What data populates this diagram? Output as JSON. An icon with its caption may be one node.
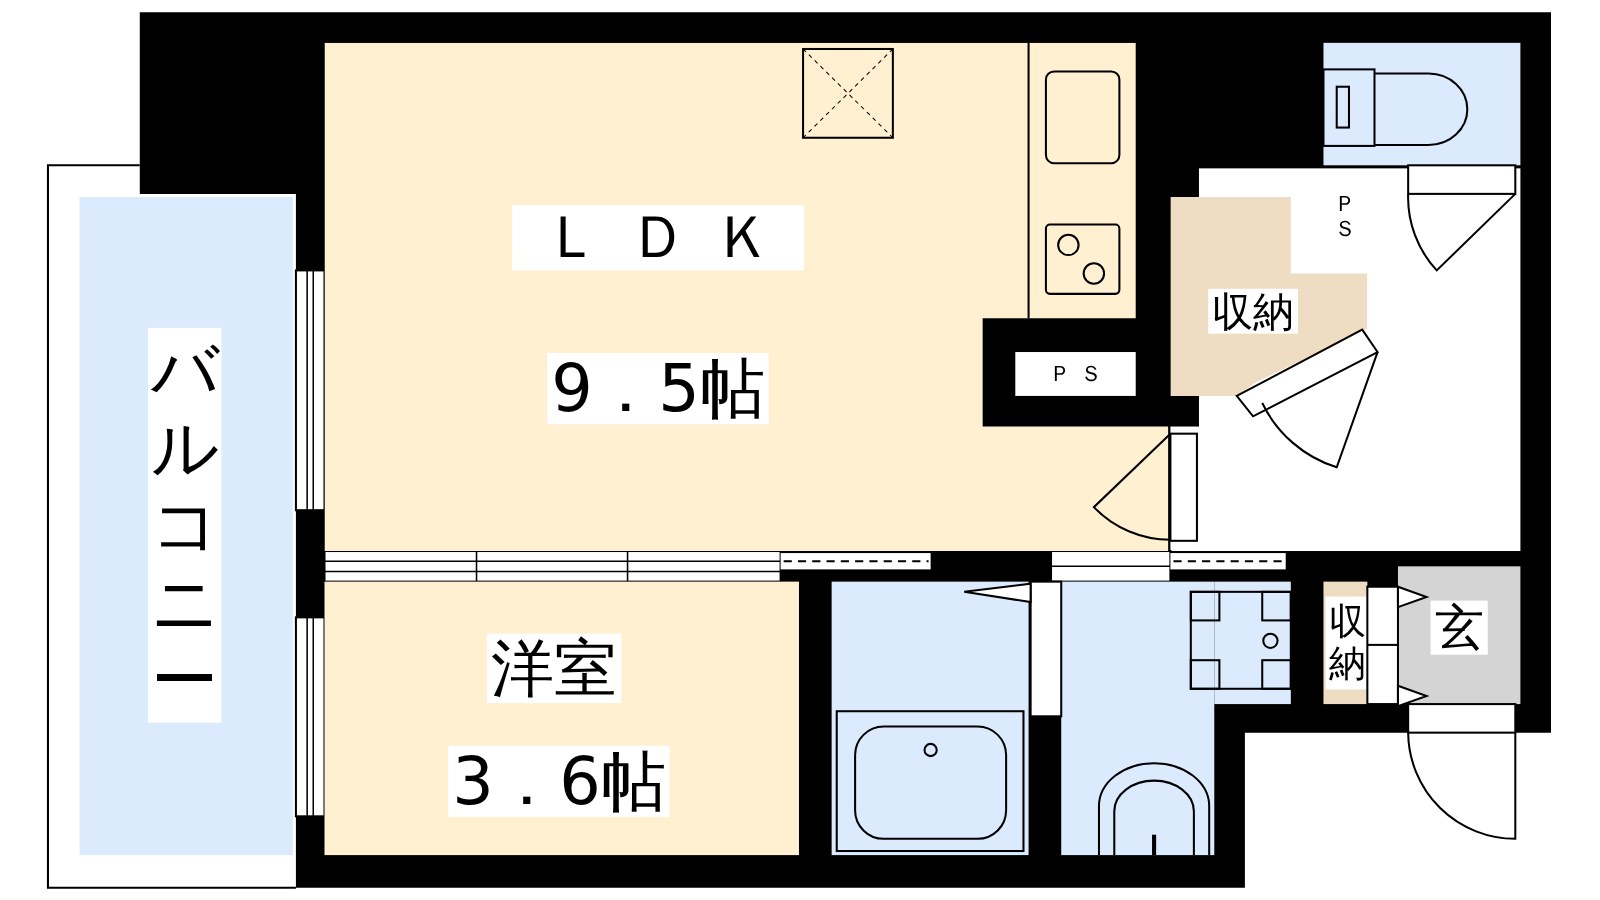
{
  "diagram": {
    "nodes": [
      {
        "text": [
          "ＬＤＫ",
          "9．5帖"
        ]
      },
      {
        "text": [],
        "shape": "box"
      },
      {
        "text": [
          "ＰＳ"
        ]
      },
      {
        "text": [
          "収納"
        ]
      },
      {
        "text": [
          "ＰＳ"
        ]
      },
      {
        "text": [
          "バルコニー"
        ]
      },
      {
        "text": [
          "洋室",
          "3．6帖"
        ]
      },
      {
        "text": [],
        "shape": "box"
      },
      {
        "text": [],
        "shape": "box"
      },
      {
        "text": [
          "収納"
        ]
      },
      {
        "text": [
          "玄"
        ]
      }
    ]
  }
}
